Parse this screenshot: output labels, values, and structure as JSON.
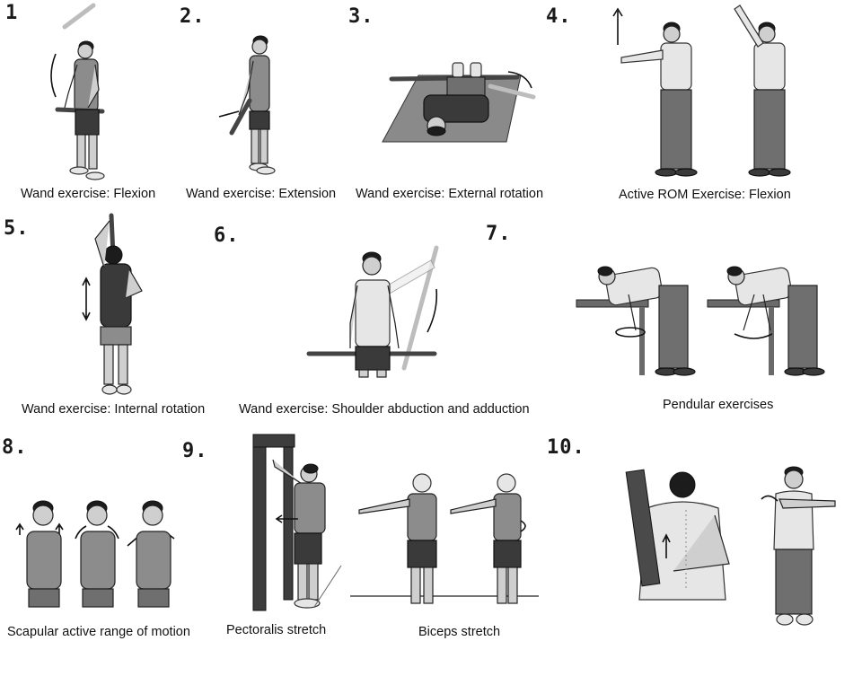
{
  "panels": [
    {
      "number": "1",
      "caption": "Wand exercise: Flexion"
    },
    {
      "number": "2.",
      "caption": "Wand exercise: Extension"
    },
    {
      "number": "3.",
      "caption": "Wand exercise: External rotation"
    },
    {
      "number": "4.",
      "caption": "Active ROM Exercise: Flexion"
    },
    {
      "number": "5.",
      "caption": "Wand exercise: Internal rotation"
    },
    {
      "number": "6.",
      "caption": "Wand exercise: Shoulder abduction and adduction"
    },
    {
      "number": "7.",
      "caption": "Pendular exercises"
    },
    {
      "number": "8.",
      "caption": "Scapular active range of motion"
    },
    {
      "number": "9.",
      "caption": "Pectoralis stretch",
      "caption2": "Biceps stretch"
    },
    {
      "number": "10.",
      "caption": ""
    }
  ]
}
